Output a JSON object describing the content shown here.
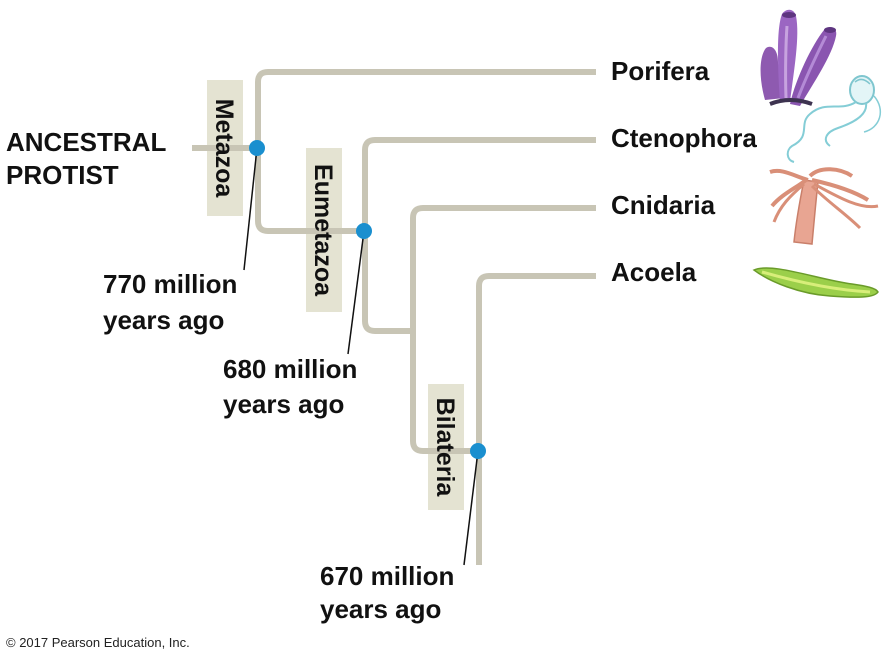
{
  "root_label": {
    "line1": "ANCESTRAL",
    "line2": "PROTIST"
  },
  "taxa": [
    "Porifera",
    "Ctenophora",
    "Cnidaria",
    "Acoela"
  ],
  "clades": [
    "Metazoa",
    "Eumetazoa",
    "Bilateria"
  ],
  "dates": [
    {
      "line1": "770 million",
      "line2": "years ago"
    },
    {
      "line1": "680 million",
      "line2": "years ago"
    },
    {
      "line1": "670 million",
      "line2": "years ago"
    }
  ],
  "illustrations": [
    "sponge-icon",
    "comb-jelly-icon",
    "hydra-icon",
    "flatworm-icon"
  ],
  "colors": {
    "branch": "#c8c5b5",
    "clade_box": "#e4e3d2",
    "node": "#1a8fcf",
    "text": "#111111"
  },
  "copyright": "© 2017 Pearson Education, Inc."
}
